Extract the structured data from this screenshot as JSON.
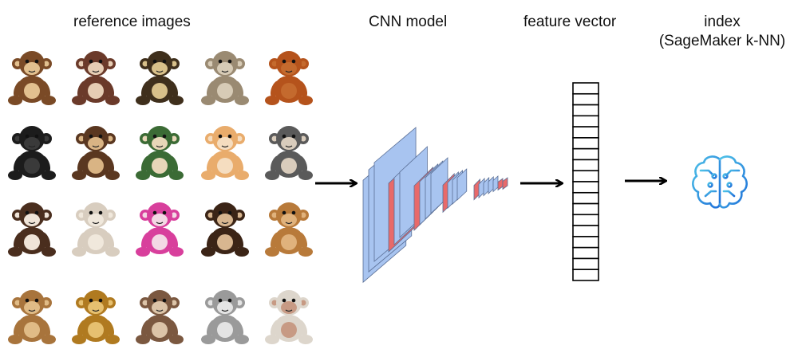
{
  "labels": {
    "reference_images": "reference images",
    "cnn_model": "CNN model",
    "feature_vector": "feature vector",
    "index_line1": "index",
    "index_line2": "(SageMaker k-NN)"
  },
  "reference_images": {
    "rows": 4,
    "cols": 5,
    "items": [
      {
        "fur": "#7a4a26",
        "face": "#e2c08f"
      },
      {
        "fur": "#6b3a2a",
        "face": "#e6cdb4"
      },
      {
        "fur": "#3f2f1c",
        "face": "#d8c08a"
      },
      {
        "fur": "#9a8a72",
        "face": "#d7cbb6"
      },
      {
        "fur": "#b5531c",
        "face": "#c46a2e"
      },
      {
        "fur": "#1c1c1c",
        "face": "#3a3a3a"
      },
      {
        "fur": "#5a3720",
        "face": "#d9b484"
      },
      {
        "fur": "#3b6b35",
        "face": "#e8d6b8"
      },
      {
        "fur": "#e9ac6c",
        "face": "#f5ddc0"
      },
      {
        "fur": "#5a5a5a",
        "face": "#d9ccbc"
      },
      {
        "fur": "#4a2e1e",
        "face": "#efe4d8"
      },
      {
        "fur": "#d8cdbf",
        "face": "#f0e8dc"
      },
      {
        "fur": "#d83f9c",
        "face": "#f3d8e4"
      },
      {
        "fur": "#3b2416",
        "face": "#d8b690"
      },
      {
        "fur": "#b87a3a",
        "face": "#e0b27c"
      },
      {
        "fur": "#a8743c",
        "face": "#e0bb86"
      },
      {
        "fur": "#b07a20",
        "face": "#e6c070"
      },
      {
        "fur": "#7b5840",
        "face": "#dcc4a8"
      },
      {
        "fur": "#9a9a9a",
        "face": "#e4e4e4"
      },
      {
        "fur": "#ddd6cc",
        "face": "#c79a84"
      }
    ]
  },
  "cnn": {
    "layer_colors": [
      "#a8c4f0",
      "#e86a6a"
    ]
  },
  "feature_vector": {
    "cells": 18
  },
  "colors": {
    "arrow": "#000000",
    "brain_light": "#4fc3e8",
    "brain_dark": "#1e6fd9"
  }
}
